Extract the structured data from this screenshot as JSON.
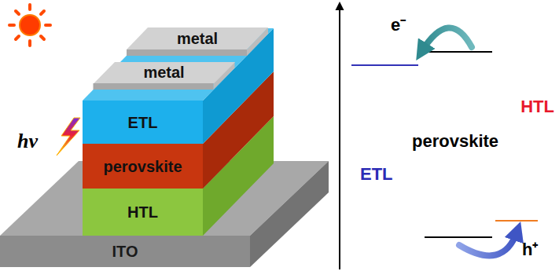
{
  "diagram": {
    "nodes": [
      {
        "text": [
          "metal"
        ]
      },
      {
        "text": [
          "metal"
        ]
      },
      {
        "text": [
          "ETL"
        ]
      },
      {
        "text": [
          "perovskite"
        ]
      },
      {
        "text": [
          "HTL"
        ]
      },
      {
        "text": [
          "ITO"
        ]
      }
    ],
    "labels": [
      "hν",
      "e⁻",
      "HTL",
      "perovskite",
      "ETL",
      "h⁺"
    ]
  }
}
